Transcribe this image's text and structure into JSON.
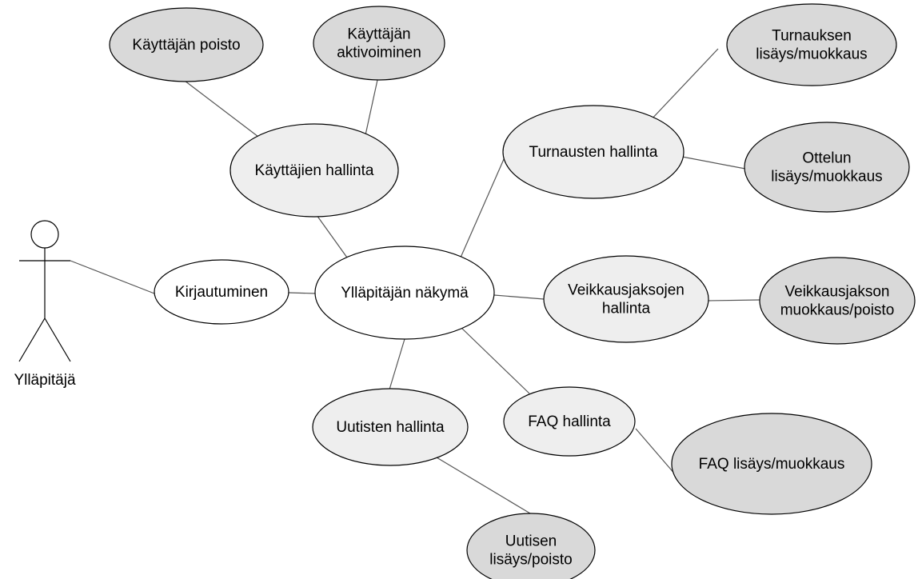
{
  "diagram": {
    "colors": {
      "background": "#ffffff",
      "stroke": "#000000",
      "edge": "#555555",
      "fill_white": "#ffffff",
      "fill_light": "#eeeeee",
      "fill_dark": "#d9d9d9"
    },
    "actor": {
      "label": "Ylläpitäjä"
    },
    "use_cases": {
      "kirjautuminen": {
        "lines": [
          "Kirjautuminen"
        ],
        "fill": "white"
      },
      "yllapitajan_nakyma": {
        "lines": [
          "Ylläpitäjän näkymä"
        ],
        "fill": "white"
      },
      "kayttajien_hallinta": {
        "lines": [
          "Käyttäjien hallinta"
        ],
        "fill": "light"
      },
      "kayttajan_poisto": {
        "lines": [
          "Käyttäjän poisto"
        ],
        "fill": "dark"
      },
      "kayttajan_aktivoiminen": {
        "lines": [
          "Käyttäjän",
          "aktivoiminen"
        ],
        "fill": "dark"
      },
      "turnausten_hallinta": {
        "lines": [
          "Turnausten hallinta"
        ],
        "fill": "light"
      },
      "turnauksen_lisays": {
        "lines": [
          "Turnauksen",
          "lisäys/muokkaus"
        ],
        "fill": "dark"
      },
      "ottelun_lisays": {
        "lines": [
          "Ottelun",
          "lisäys/muokkaus"
        ],
        "fill": "dark"
      },
      "veikkausjaksojen_hallinta": {
        "lines": [
          "Veikkausjaksojen",
          "hallinta"
        ],
        "fill": "light"
      },
      "veikkausjakson_muokkaus": {
        "lines": [
          "Veikkausjakson",
          "muokkaus/poisto"
        ],
        "fill": "dark"
      },
      "faq_hallinta": {
        "lines": [
          "FAQ hallinta"
        ],
        "fill": "light"
      },
      "faq_lisays": {
        "lines": [
          "FAQ lisäys/muokkaus"
        ],
        "fill": "dark"
      },
      "uutisten_hallinta": {
        "lines": [
          "Uutisten hallinta"
        ],
        "fill": "light"
      },
      "uutisen_lisays": {
        "lines": [
          "Uutisen",
          "lisäys/poisto"
        ],
        "fill": "dark"
      }
    },
    "connections": [
      [
        "actor",
        "kirjautuminen"
      ],
      [
        "kirjautuminen",
        "yllapitajan_nakyma"
      ],
      [
        "yllapitajan_nakyma",
        "kayttajien_hallinta"
      ],
      [
        "kayttajien_hallinta",
        "kayttajan_poisto"
      ],
      [
        "kayttajien_hallinta",
        "kayttajan_aktivoiminen"
      ],
      [
        "yllapitajan_nakyma",
        "turnausten_hallinta"
      ],
      [
        "turnausten_hallinta",
        "turnauksen_lisays"
      ],
      [
        "turnausten_hallinta",
        "ottelun_lisays"
      ],
      [
        "yllapitajan_nakyma",
        "veikkausjaksojen_hallinta"
      ],
      [
        "veikkausjaksojen_hallinta",
        "veikkausjakson_muokkaus"
      ],
      [
        "yllapitajan_nakyma",
        "faq_hallinta"
      ],
      [
        "faq_hallinta",
        "faq_lisays"
      ],
      [
        "yllapitajan_nakyma",
        "uutisten_hallinta"
      ],
      [
        "uutisten_hallinta",
        "uutisen_lisays"
      ]
    ]
  }
}
